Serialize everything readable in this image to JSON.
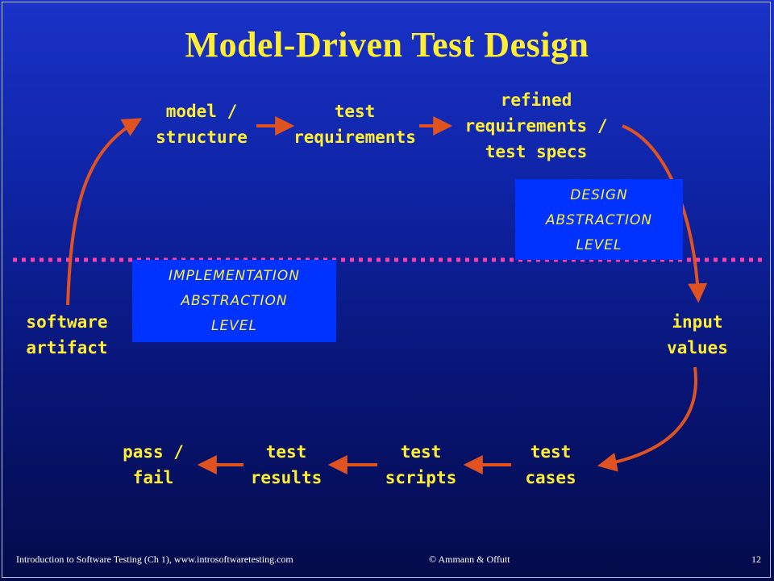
{
  "title": "Model-Driven Test Design",
  "nodes": {
    "model_structure": [
      "model /",
      "structure"
    ],
    "test_requirements": [
      "test",
      "requirements"
    ],
    "refined_requirements": [
      "refined",
      "requirements /",
      "test specs"
    ],
    "input_values": [
      "input",
      "values"
    ],
    "test_cases": [
      "test",
      "cases"
    ],
    "test_scripts": [
      "test",
      "scripts"
    ],
    "test_results": [
      "test",
      "results"
    ],
    "pass_fail": [
      "pass /",
      "fail"
    ],
    "software_artifact": [
      "software",
      "artifact"
    ]
  },
  "levels": {
    "design": [
      "DESIGN",
      "ABSTRACTION",
      "LEVEL"
    ],
    "implementation": [
      "IMPLEMENTATION",
      "ABSTRACTION",
      "LEVEL"
    ]
  },
  "footer": {
    "left": "Introduction to Software Testing  (Ch 1), www.introsoftwaretesting.com",
    "center": "© Ammann & Offutt",
    "page": "12"
  },
  "colors": {
    "text": "#ffee33",
    "arrow": "#e0521f",
    "divider": "#ff3fa8",
    "level_box": "#0033ff"
  }
}
